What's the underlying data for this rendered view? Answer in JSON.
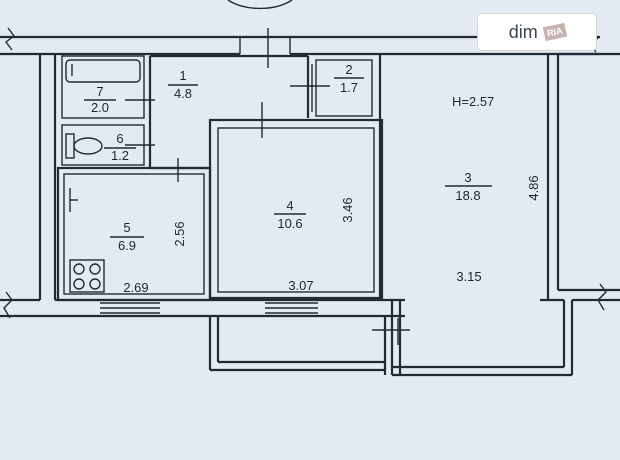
{
  "ceiling_height": "H=2.57",
  "rooms": [
    {
      "num": "1",
      "area": "4.8"
    },
    {
      "num": "2",
      "area": "1.7"
    },
    {
      "num": "3",
      "area": "18.8"
    },
    {
      "num": "4",
      "area": "10.6"
    },
    {
      "num": "5",
      "area": "6.9"
    },
    {
      "num": "6",
      "area": "1.2"
    },
    {
      "num": "7",
      "area": "2.0"
    }
  ],
  "dimensions": {
    "room3_depth": "4.86",
    "room3_width": "3.15",
    "room4_depth": "3.46",
    "room4_width": "3.07",
    "room5_depth": "2.56",
    "room5_width": "2.69"
  },
  "watermark": {
    "text": "dim",
    "tag": "RIA"
  }
}
